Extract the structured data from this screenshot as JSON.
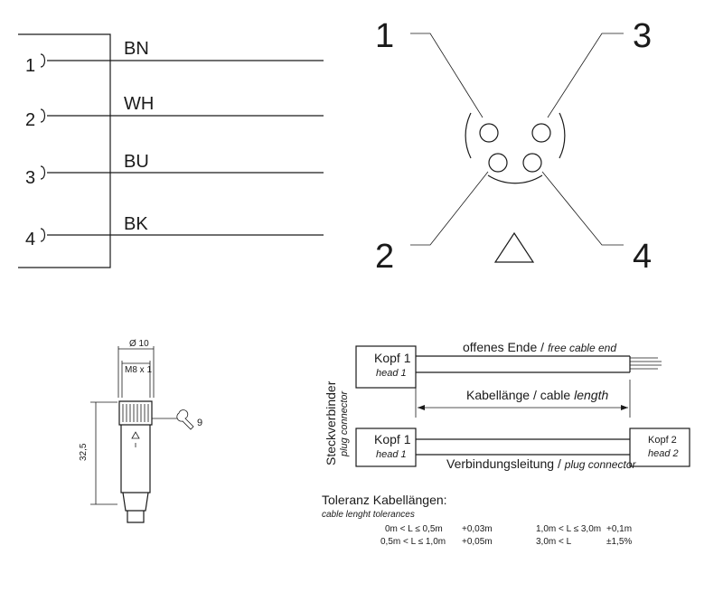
{
  "wiring": {
    "pins": [
      "1",
      "2",
      "3",
      "4"
    ],
    "colors": [
      "BN",
      "WH",
      "BU",
      "BK"
    ]
  },
  "pinout": {
    "labels": [
      "1",
      "3",
      "2",
      "4"
    ]
  },
  "connector": {
    "diameter": "Ø 10",
    "thread": "M8 x 1",
    "length": "32,5",
    "wrench": "9"
  },
  "cable": {
    "side_label": "Steckverbinder",
    "side_label_en": "plug connector",
    "head1": "Kopf 1",
    "head1_en": "head 1",
    "head2": "Kopf 2",
    "head2_en": "head 2",
    "free_end": "offenes Ende / ",
    "free_end_en": "free cable end",
    "length": "Kabellänge / cable ",
    "length_en": "length",
    "plug": "Verbindungsleitung / ",
    "plug_en": "plug connector"
  },
  "tolerance": {
    "title": "Toleranz Kabellängen:",
    "subtitle": "cable lenght tolerances",
    "rows": [
      {
        "range1": "0m < L ≤ 0,5m",
        "tol1": "+0,03m",
        "range2": "1,0m < L ≤ 3,0m",
        "tol2": "+0,1m"
      },
      {
        "range1": "0,5m < L ≤ 1,0m",
        "tol1": "+0,05m",
        "range2": "3,0m < L",
        "tol2": "±1,5%"
      }
    ]
  }
}
